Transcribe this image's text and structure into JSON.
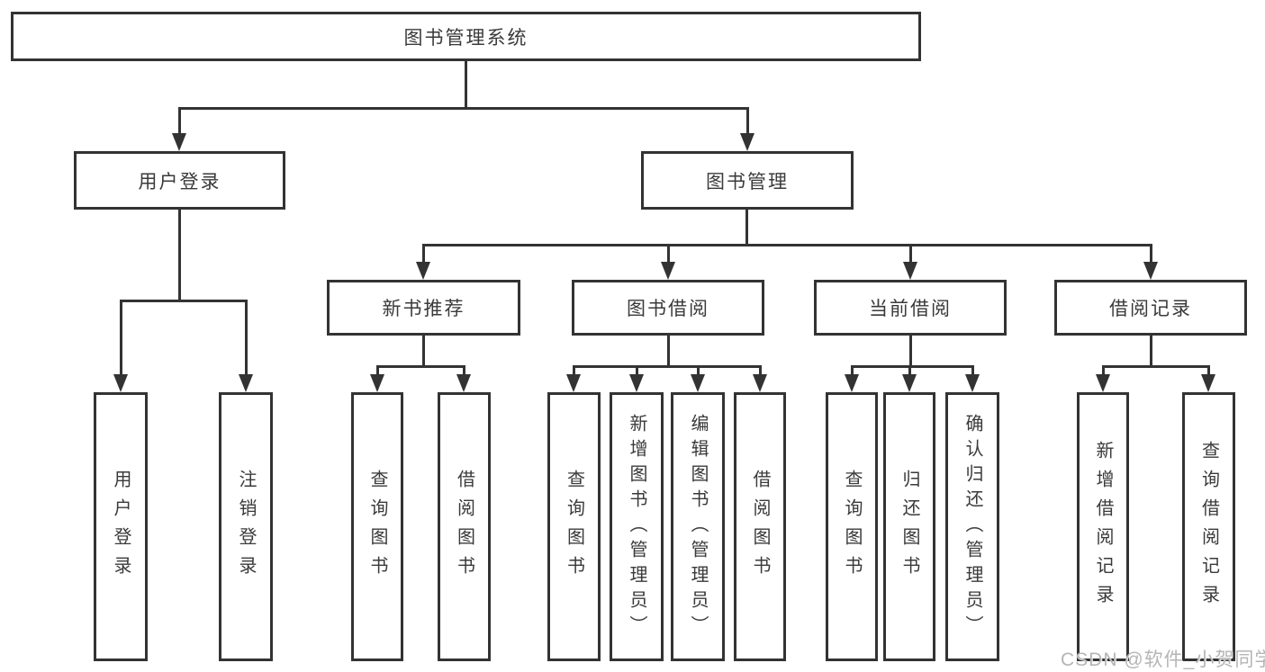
{
  "tree": {
    "label": "图书管理系统",
    "children": [
      {
        "label": "用户登录",
        "children": [
          {
            "label": "用户登录"
          },
          {
            "label": "注销登录"
          }
        ]
      },
      {
        "label": "图书管理",
        "children": [
          {
            "label": "新书推荐",
            "children": [
              {
                "label": "查询图书"
              },
              {
                "label": "借阅图书"
              }
            ]
          },
          {
            "label": "图书借阅",
            "children": [
              {
                "label": "查询图书"
              },
              {
                "label": "新增图书（管理员）"
              },
              {
                "label": "编辑图书（管理员）"
              },
              {
                "label": "借阅图书"
              }
            ]
          },
          {
            "label": "当前借阅",
            "children": [
              {
                "label": "查询图书"
              },
              {
                "label": "归还图书"
              },
              {
                "label": "确认归还（管理员）"
              }
            ]
          },
          {
            "label": "借阅记录",
            "children": [
              {
                "label": "新增借阅记录"
              },
              {
                "label": "查询借阅记录"
              }
            ]
          }
        ]
      }
    ]
  },
  "watermark": {
    "text": "CSDN @软件_小贺同学"
  },
  "colors": {
    "line": "#333333",
    "text": "#3a3a3a",
    "watermark": "#b5b5b5",
    "background": "#ffffff"
  }
}
